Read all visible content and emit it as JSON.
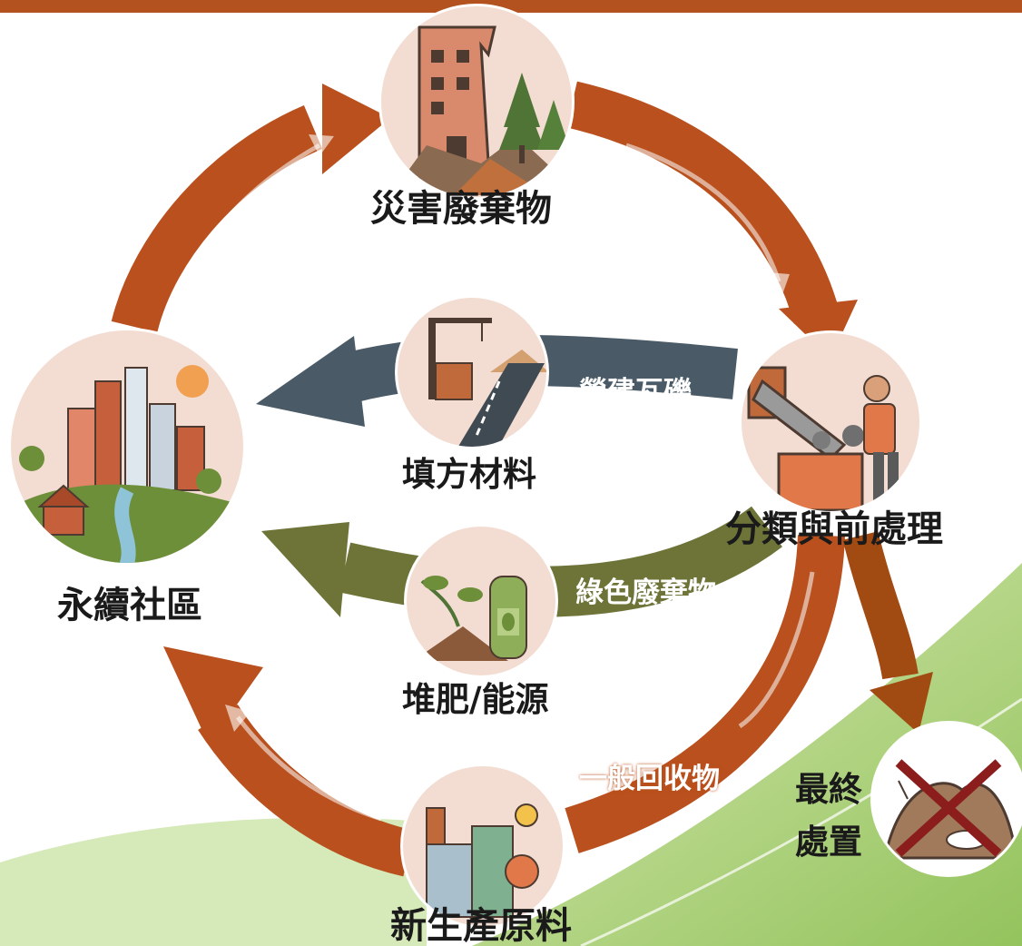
{
  "nodes": {
    "disaster_waste": "災害廢棄物",
    "sorting": "分類與前處理",
    "new_materials": "新生產原料",
    "community": "永續社區",
    "final_disposal_line1": "最終",
    "final_disposal_line2": "處置",
    "fill_material": "填方材料",
    "compost_energy": "堆肥/能源"
  },
  "flows": {
    "construction_rubble": "營建瓦礫",
    "green_waste": "綠色廢棄物",
    "general_recyclables": "一般回收物"
  },
  "colors": {
    "cycle_arrow": "#b9501d",
    "gray_arrow": "#4a5a66",
    "olive_arrow": "#6e7438",
    "disposal_arrow": "#a14a12",
    "top_bar": "#b4521f",
    "circle_bg": "#f3ddd2",
    "cross": "#8c1d1d",
    "green_bg": "#a9cf6b"
  },
  "icons": [
    "disaster-ruins-icon",
    "sorting-worker-icon",
    "factory-icon",
    "city-icon",
    "landfill-icon",
    "construction-crane-icon",
    "compost-plant-icon"
  ]
}
